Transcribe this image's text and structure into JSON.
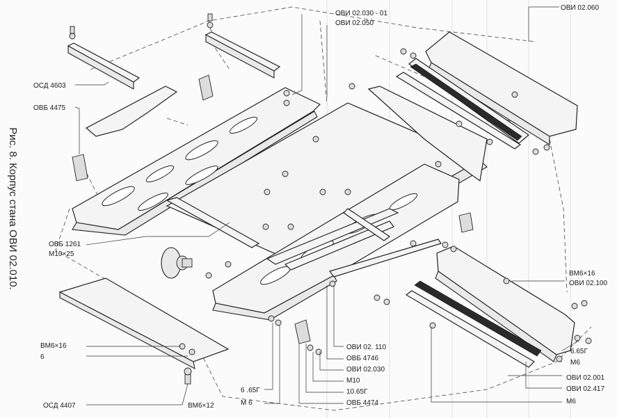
{
  "caption": "Рис. 8. Корпус стана ОВИ 02.010.",
  "labels": {
    "ovi_02_030_01": "ОВИ 02.030 - 01",
    "ovi_02_050": "ОВИ 02.050",
    "ovi_02_060": "ОВИ 02.060",
    "osd_4603": "ОСД 4603",
    "ovb_4475": "ОВБ 4475",
    "ovb_1261": "ОВБ 1261",
    "m10x25": "М10×25",
    "vm6x16_right": "ВМ6×16",
    "ovi_02_100": "ОВИ 02.100",
    "g665_right": "6.65Г",
    "m6_right": "М6",
    "ovi_02_001": "ОВИ 02.001",
    "ovi_02_417": "ОВИ 02.417",
    "m6_bottom": "М6",
    "ovi_02_110": "ОВИ 02. 110",
    "ovb_4746": "ОВБ 4746",
    "ovi_02_030": "ОВИ 02.030",
    "m10": "М10",
    "g1065": "10.65Г",
    "ovb_4474": "ОВБ 4474",
    "g665_left": "6 .65Г",
    "m6_left": "М 6",
    "vm6x16_left": "ВМ6×16",
    "num6": "6",
    "osd_4407": "ОСД 4407",
    "vm6x12": "ВМ6×12"
  }
}
